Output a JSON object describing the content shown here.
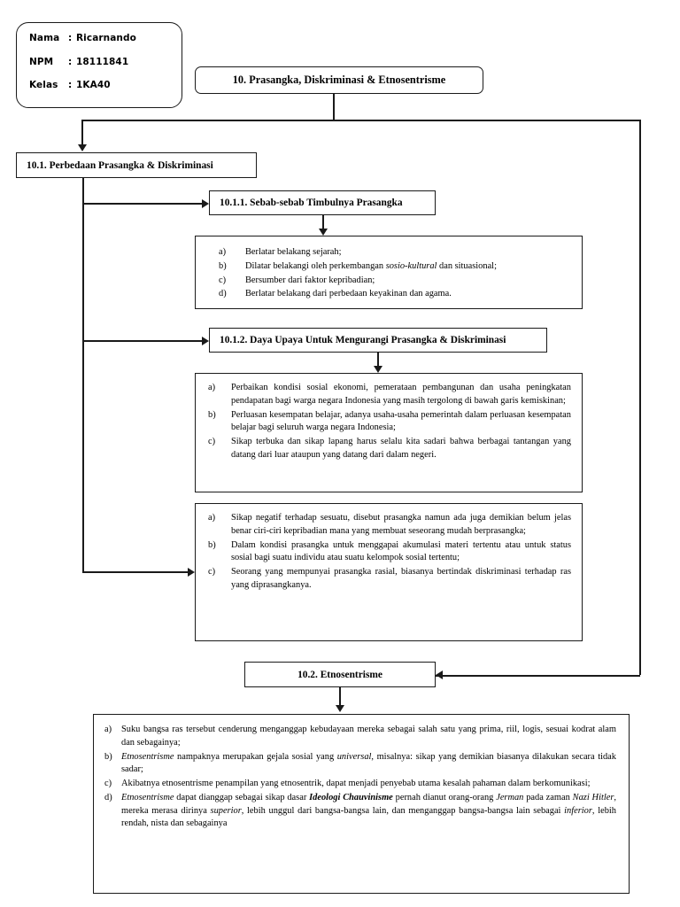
{
  "student_card": {
    "rows": [
      {
        "key": "Nama",
        "sep": ":",
        "value": "Ricarnando"
      },
      {
        "key": "NPM",
        "sep": ":",
        "value": "18111841"
      },
      {
        "key": "Kelas",
        "sep": ":",
        "value": "1KA40"
      }
    ]
  },
  "title": "10. Prasangka, Diskriminasi & Etnosentrisme",
  "nodes": {
    "n101": "10.1. Perbedaan Prasangka & Diskriminasi",
    "n1011": "10.1.1. Sebab-sebab Timbulnya Prasangka",
    "n1012": "10.1.2. Daya Upaya Untuk Mengurangi  Prasangka & Diskriminasi",
    "n102": "10.2. Etnosentrisme"
  },
  "list_1011": {
    "items": [
      {
        "marker": "a)",
        "text": "Berlatar belakang sejarah;"
      },
      {
        "marker": "b)",
        "text": "Dilatar belakangi oleh perkembangan sosio-kultural dan situasional;"
      },
      {
        "marker": "c)",
        "text": "Bersumber dari faktor kepribadian;"
      },
      {
        "marker": "d)",
        "text": "Berlatar belakang dari perbedaan keyakinan dan agama."
      }
    ]
  },
  "list_1012a": {
    "items": [
      {
        "marker": "a)",
        "text": "Perbaikan kondisi sosial ekonomi, pemerataan pembangunan dan usaha peningkatan pendapatan bagi warga negara Indonesia yang masih tergolong di bawah garis kemiskinan;"
      },
      {
        "marker": "b)",
        "text": "Perluasan kesempatan belajar, adanya usaha-usaha pemerintah dalam perluasan kesempatan belajar bagi seluruh warga negara Indonesia;"
      },
      {
        "marker": "c)",
        "text": "Sikap terbuka dan sikap lapang harus selalu kita sadari bahwa berbagai tantangan yang datang dari luar ataupun yang datang dari dalam negeri."
      }
    ]
  },
  "list_1012b": {
    "items": [
      {
        "marker": "a)",
        "text": "Sikap negatif terhadap sesuatu, disebut prasangka namun ada juga demikian belum jelas benar ciri-ciri kepribadian mana yang membuat seseorang mudah berprasangka;"
      },
      {
        "marker": "b)",
        "text": "Dalam kondisi prasangka untuk menggapai akumulasi materi tertentu atau untuk status sosial bagi suatu individu atau suatu kelompok sosial tertentu;"
      },
      {
        "marker": "c)",
        "text": "Seorang yang mempunyai prasangka rasial, biasanya bertindak diskriminasi terhadap ras yang diprasangkanya."
      }
    ]
  },
  "list_102": {
    "items": [
      {
        "marker": "a)",
        "text": "Suku bangsa ras tersebut cenderung menganggap kebudayaan mereka sebagai salah satu yang prima, riil, logis, sesuai kodrat alam dan sebagainya;"
      },
      {
        "marker": "b)",
        "text": "Etnosentrisme nampaknya merupakan gejala sosial yang universal, misalnya: sikap yang demikian biasanya dilakukan secara tidak sadar;"
      },
      {
        "marker": "c)",
        "text": "Akibatnya etnosentrisme penampilan yang etnosentrik, dapat menjadi penyebab utama kesalah pahaman dalam berkomunikasi;"
      },
      {
        "marker": "d)",
        "text": "Etnosentrisme dapat dianggap sebagai sikap dasar Ideologi Chauvinisme pernah dianut orang-orang Jerman pada zaman Nazi Hitler, mereka merasa dirinya superior, lebih unggul dari bangsa-bangsa lain, dan menganggap bangsa-bangsa lain sebagai inferior, lebih rendah, nista dan sebagainya"
      }
    ]
  },
  "colors": {
    "line": "#1a1a1a",
    "background": "#ffffff",
    "text": "#000000"
  }
}
